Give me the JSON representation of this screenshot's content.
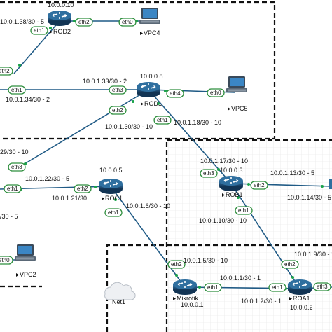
{
  "routers": {
    "rod2": {
      "name": "ROD2",
      "ip": "10.0.0.10"
    },
    "rod1": {
      "name": "ROD1",
      "ip": "10.0.0.8"
    },
    "roc1": {
      "name": "ROC1",
      "ip": "10.0.0.5"
    },
    "rob1": {
      "name": "ROB1",
      "ip": "10.0.0.3"
    },
    "roa1": {
      "name": "ROA1",
      "ip": "10.0.0.2"
    },
    "mikrotik": {
      "name": "Mikrotik",
      "ip": "10.0.0.1"
    }
  },
  "pcs": {
    "vpc4": {
      "name": "VPC4"
    },
    "vpc5": {
      "name": "VPC5"
    },
    "vpc2": {
      "name": "VPC2"
    }
  },
  "cloud": {
    "name": "Net1"
  },
  "interfaces": {
    "rod2_eth1": "eth1",
    "rod2_eth2": "eth2",
    "vpc4_eth0": "eth0",
    "left_eth2": "eth2",
    "rod1_left_eth1": "eth1",
    "rod1_eth3": "eth3",
    "rod1_eth4": "eth4",
    "vpc5_eth0": "eth0",
    "rod1_eth2": "eth2",
    "rod1_eth1": "eth1",
    "roc_up_eth3": "eth3",
    "roc_left_eth1": "eth1",
    "roc1_eth2": "eth2",
    "roc1_eth1": "eth1",
    "rob1_eth3": "eth3",
    "rob1_eth2": "eth2",
    "rob1_eth1": "eth1",
    "mik_eth2": "eth2",
    "mik_eth1": "eth1",
    "roa1_eth1": "eth1",
    "roa1_eth2": "eth2",
    "roa1_eth3": "eth3",
    "vpc2_eth0": "eth0"
  },
  "subnets": {
    "s_1_38": "10.0.1.38/30 - 5",
    "s_1_33": "10.0.1.33/30 - 2",
    "s_1_34": "10.0.1.34/30 - 2",
    "s_1_30": "10.0.1.30/30 - 10",
    "s_1_18": "10.0.1.18/30 - 10",
    "s_29": "29/30 - 10",
    "s_1_22": "10.0.1.22/30 - 5",
    "s_1_21": "10.0.1.21/30",
    "s_1_6": "10.0.1.6/30 - 10",
    "s_1_17": "10.0.1.17/30 - 10",
    "s_1_13": "10.0.1.13/30 - 5",
    "s_1_14": "10.0.1.14/30 - 5",
    "s_1_10": "10.0.1.10/30 - 10",
    "s_1_9": "10.0.1.9/30 - 10",
    "s_30_5": "/30 - 5",
    "s_1_5": "10.0.1.5/30 - 10",
    "s_1_1": "10.0.1.1/30 - 1",
    "s_1_2": "10.0.1.2/30 - 1"
  },
  "colors": {
    "link": "#1f5a85",
    "router_dark": "#173a5e",
    "router_light": "#2f6f9f",
    "zone_border": "#111111",
    "grid": "#e3e3e3"
  }
}
